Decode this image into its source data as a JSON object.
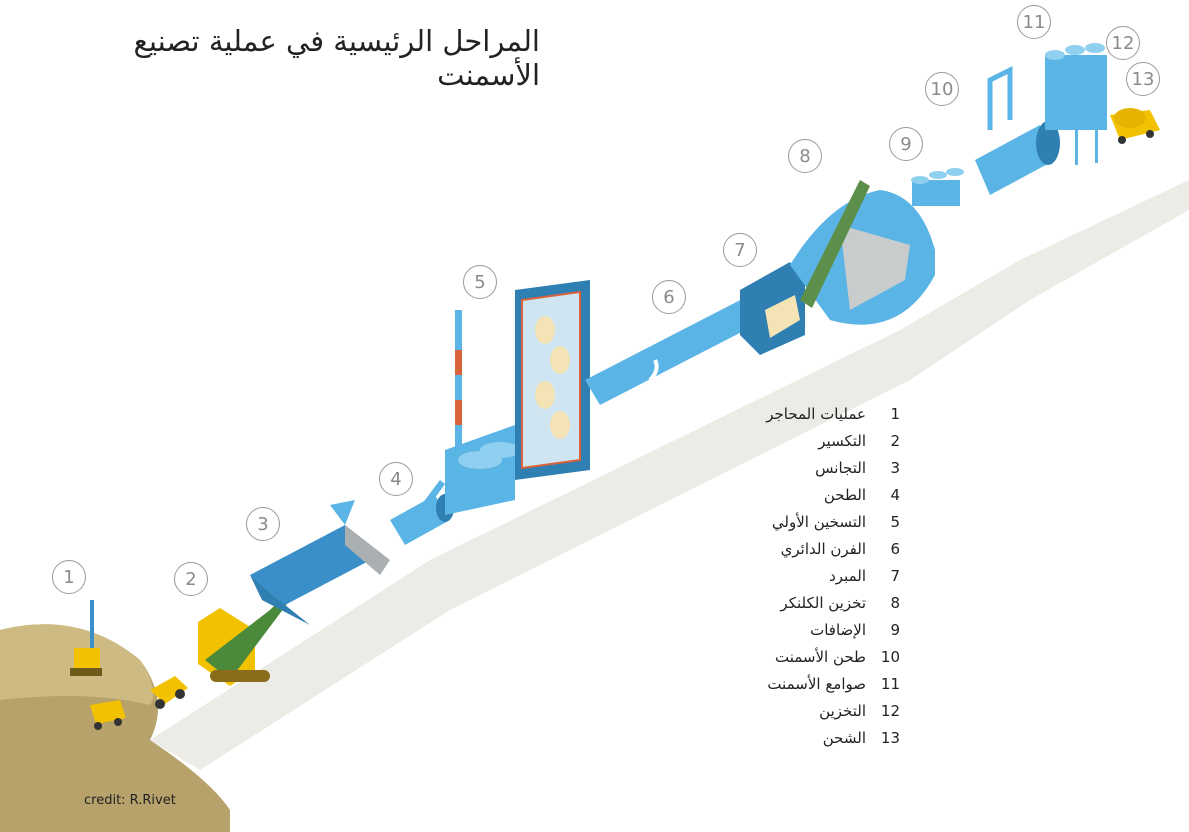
{
  "title": "المراحل الرئيسية في عملية تصنيع الأسمنت",
  "credit": "credit: R.Rivet",
  "stages": [
    {
      "num": "1",
      "label": "عمليات المحاجر"
    },
    {
      "num": "2",
      "label": "التكسير"
    },
    {
      "num": "3",
      "label": "التجانس"
    },
    {
      "num": "4",
      "label": "الطحن"
    },
    {
      "num": "5",
      "label": "التسخين الأولي"
    },
    {
      "num": "6",
      "label": "الفرن الدائري"
    },
    {
      "num": "7",
      "label": "المبرد"
    },
    {
      "num": "8",
      "label": "تخزين الكلنكر"
    },
    {
      "num": "9",
      "label": "الإضافات"
    },
    {
      "num": "10",
      "label": "طحن الأسمنت"
    },
    {
      "num": "11",
      "label": "صوامع الأسمنت"
    },
    {
      "num": "12",
      "label": "التخزين"
    },
    {
      "num": "13",
      "label": "الشحن"
    }
  ],
  "colors": {
    "equipment_blue": "#5ab4e5",
    "equipment_dark": "#2f7fb3",
    "ground": "#b6a26a",
    "shadow": "#ecebe6",
    "vehicle_yellow": "#f2c200",
    "accent_red": "#d9623b"
  }
}
